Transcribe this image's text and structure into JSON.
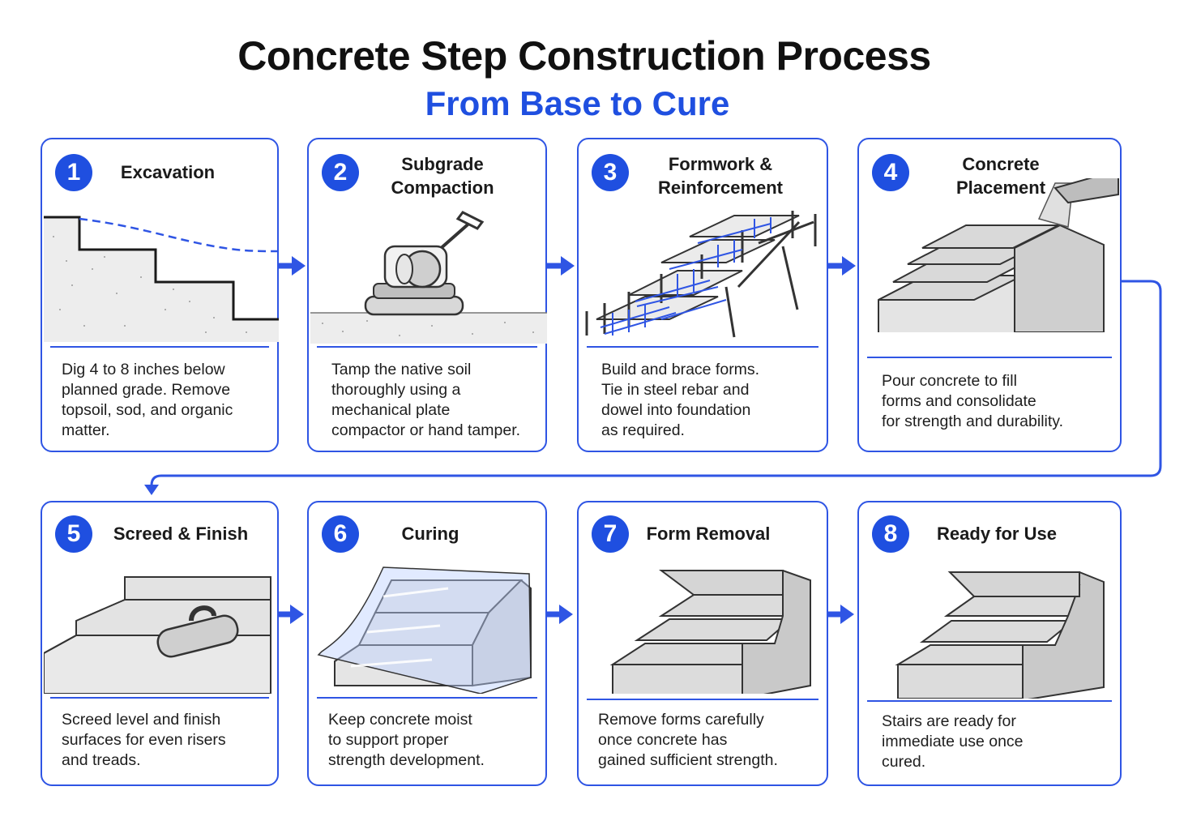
{
  "title": "Concrete Step Construction Process",
  "subtitle": "From Base to Cure",
  "colors": {
    "accent": "#1f4fe0",
    "border": "#2f55e4",
    "concrete": "#d9d9d9"
  },
  "steps": [
    {
      "number": "1",
      "title_lines": [
        "Excavation"
      ],
      "description_lines": [
        "Dig 4 to 8 inches below",
        "planned grade. Remove",
        "topsoil, sod, and organic",
        "matter."
      ]
    },
    {
      "number": "2",
      "title_lines": [
        "Subgrade",
        "Compaction"
      ],
      "description_lines": [
        "Tamp the native soil",
        "thoroughly using a",
        "mechanical plate",
        "compactor or hand tamper."
      ]
    },
    {
      "number": "3",
      "title_lines": [
        "Formwork &",
        "Reinforcement"
      ],
      "description_lines": [
        "Build and brace forms.",
        "Tie in steel rebar and",
        "dowel into foundation",
        "as required."
      ]
    },
    {
      "number": "4",
      "title_lines": [
        "Concrete",
        "Placement"
      ],
      "description_lines": [
        "Pour concrete to fill",
        "forms and consolidate",
        "for strength and durability."
      ]
    },
    {
      "number": "5",
      "title_lines": [
        "Screed & Finish"
      ],
      "description_lines": [
        "Screed level and finish",
        "surfaces for even risers",
        "and treads."
      ]
    },
    {
      "number": "6",
      "title_lines": [
        "Curing"
      ],
      "description_lines": [
        "Keep concrete moist",
        "to support proper",
        "strength development."
      ]
    },
    {
      "number": "7",
      "title_lines": [
        "Form Removal"
      ],
      "description_lines": [
        "Remove forms carefully",
        "once concrete has",
        "gained sufficient strength."
      ]
    },
    {
      "number": "8",
      "title_lines": [
        "Ready for Use"
      ],
      "description_lines": [
        "Stairs are ready for",
        "immediate use once",
        "cured."
      ]
    }
  ]
}
